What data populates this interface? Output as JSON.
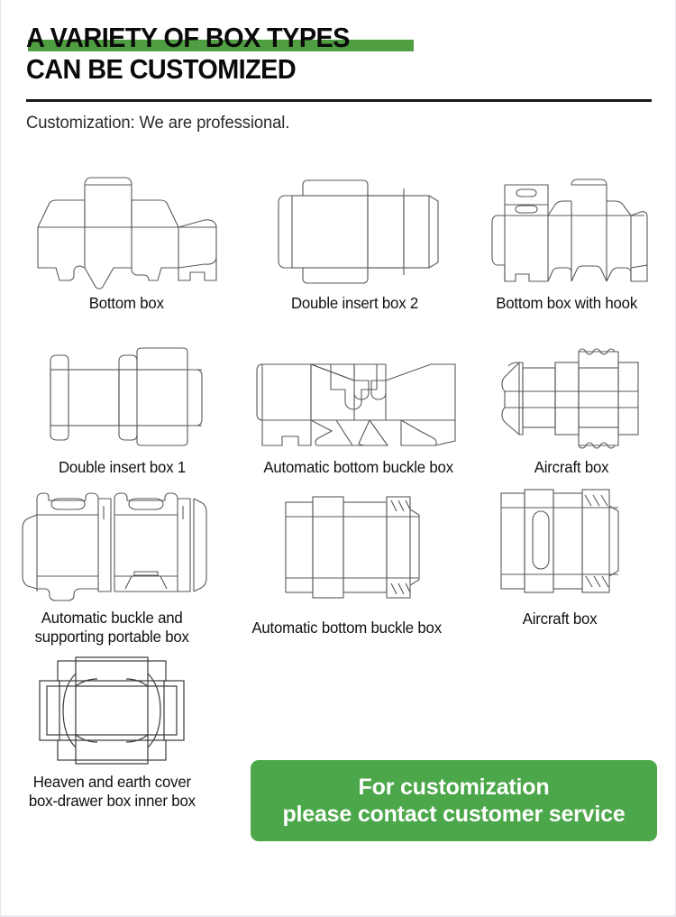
{
  "header": {
    "title_line1": "A VARIETY OF BOX TYPES",
    "title_line2": "CAN BE CUSTOMIZED",
    "subtitle": "Customization: We are professional.",
    "highlight_color": "#4f9e42",
    "divider_color": "#1a1a1a"
  },
  "boxes": [
    {
      "id": "bottom-box",
      "label": "Bottom box"
    },
    {
      "id": "double-insert-box-2",
      "label": "Double insert box 2"
    },
    {
      "id": "bottom-box-with-hook",
      "label": "Bottom box with hook"
    },
    {
      "id": "double-insert-box-1",
      "label": "Double insert box 1"
    },
    {
      "id": "automatic-bottom-buckle-box-a",
      "label": "Automatic bottom buckle box"
    },
    {
      "id": "aircraft-box-a",
      "label": "Aircraft box"
    },
    {
      "id": "automatic-buckle-portable-box",
      "label": "Automatic buckle and\nsupporting portable box",
      "label_line1": "Automatic buckle and",
      "label_line2": "supporting portable box"
    },
    {
      "id": "automatic-bottom-buckle-box-b",
      "label": "Automatic bottom buckle box"
    },
    {
      "id": "aircraft-box-b",
      "label": "Aircraft box"
    },
    {
      "id": "heaven-and-earth-cover-box",
      "label": "Heaven and earth cover\nbox-drawer box inner box",
      "label_line1": "Heaven and earth cover",
      "label_line2": "box-drawer box inner box"
    }
  ],
  "cta": {
    "line1": "For customization",
    "line2": "please contact customer service",
    "background_color": "#4ba749",
    "text_color": "#ffffff"
  },
  "style": {
    "diagram_stroke": "#555a5e",
    "page_background": "#ffffff"
  }
}
